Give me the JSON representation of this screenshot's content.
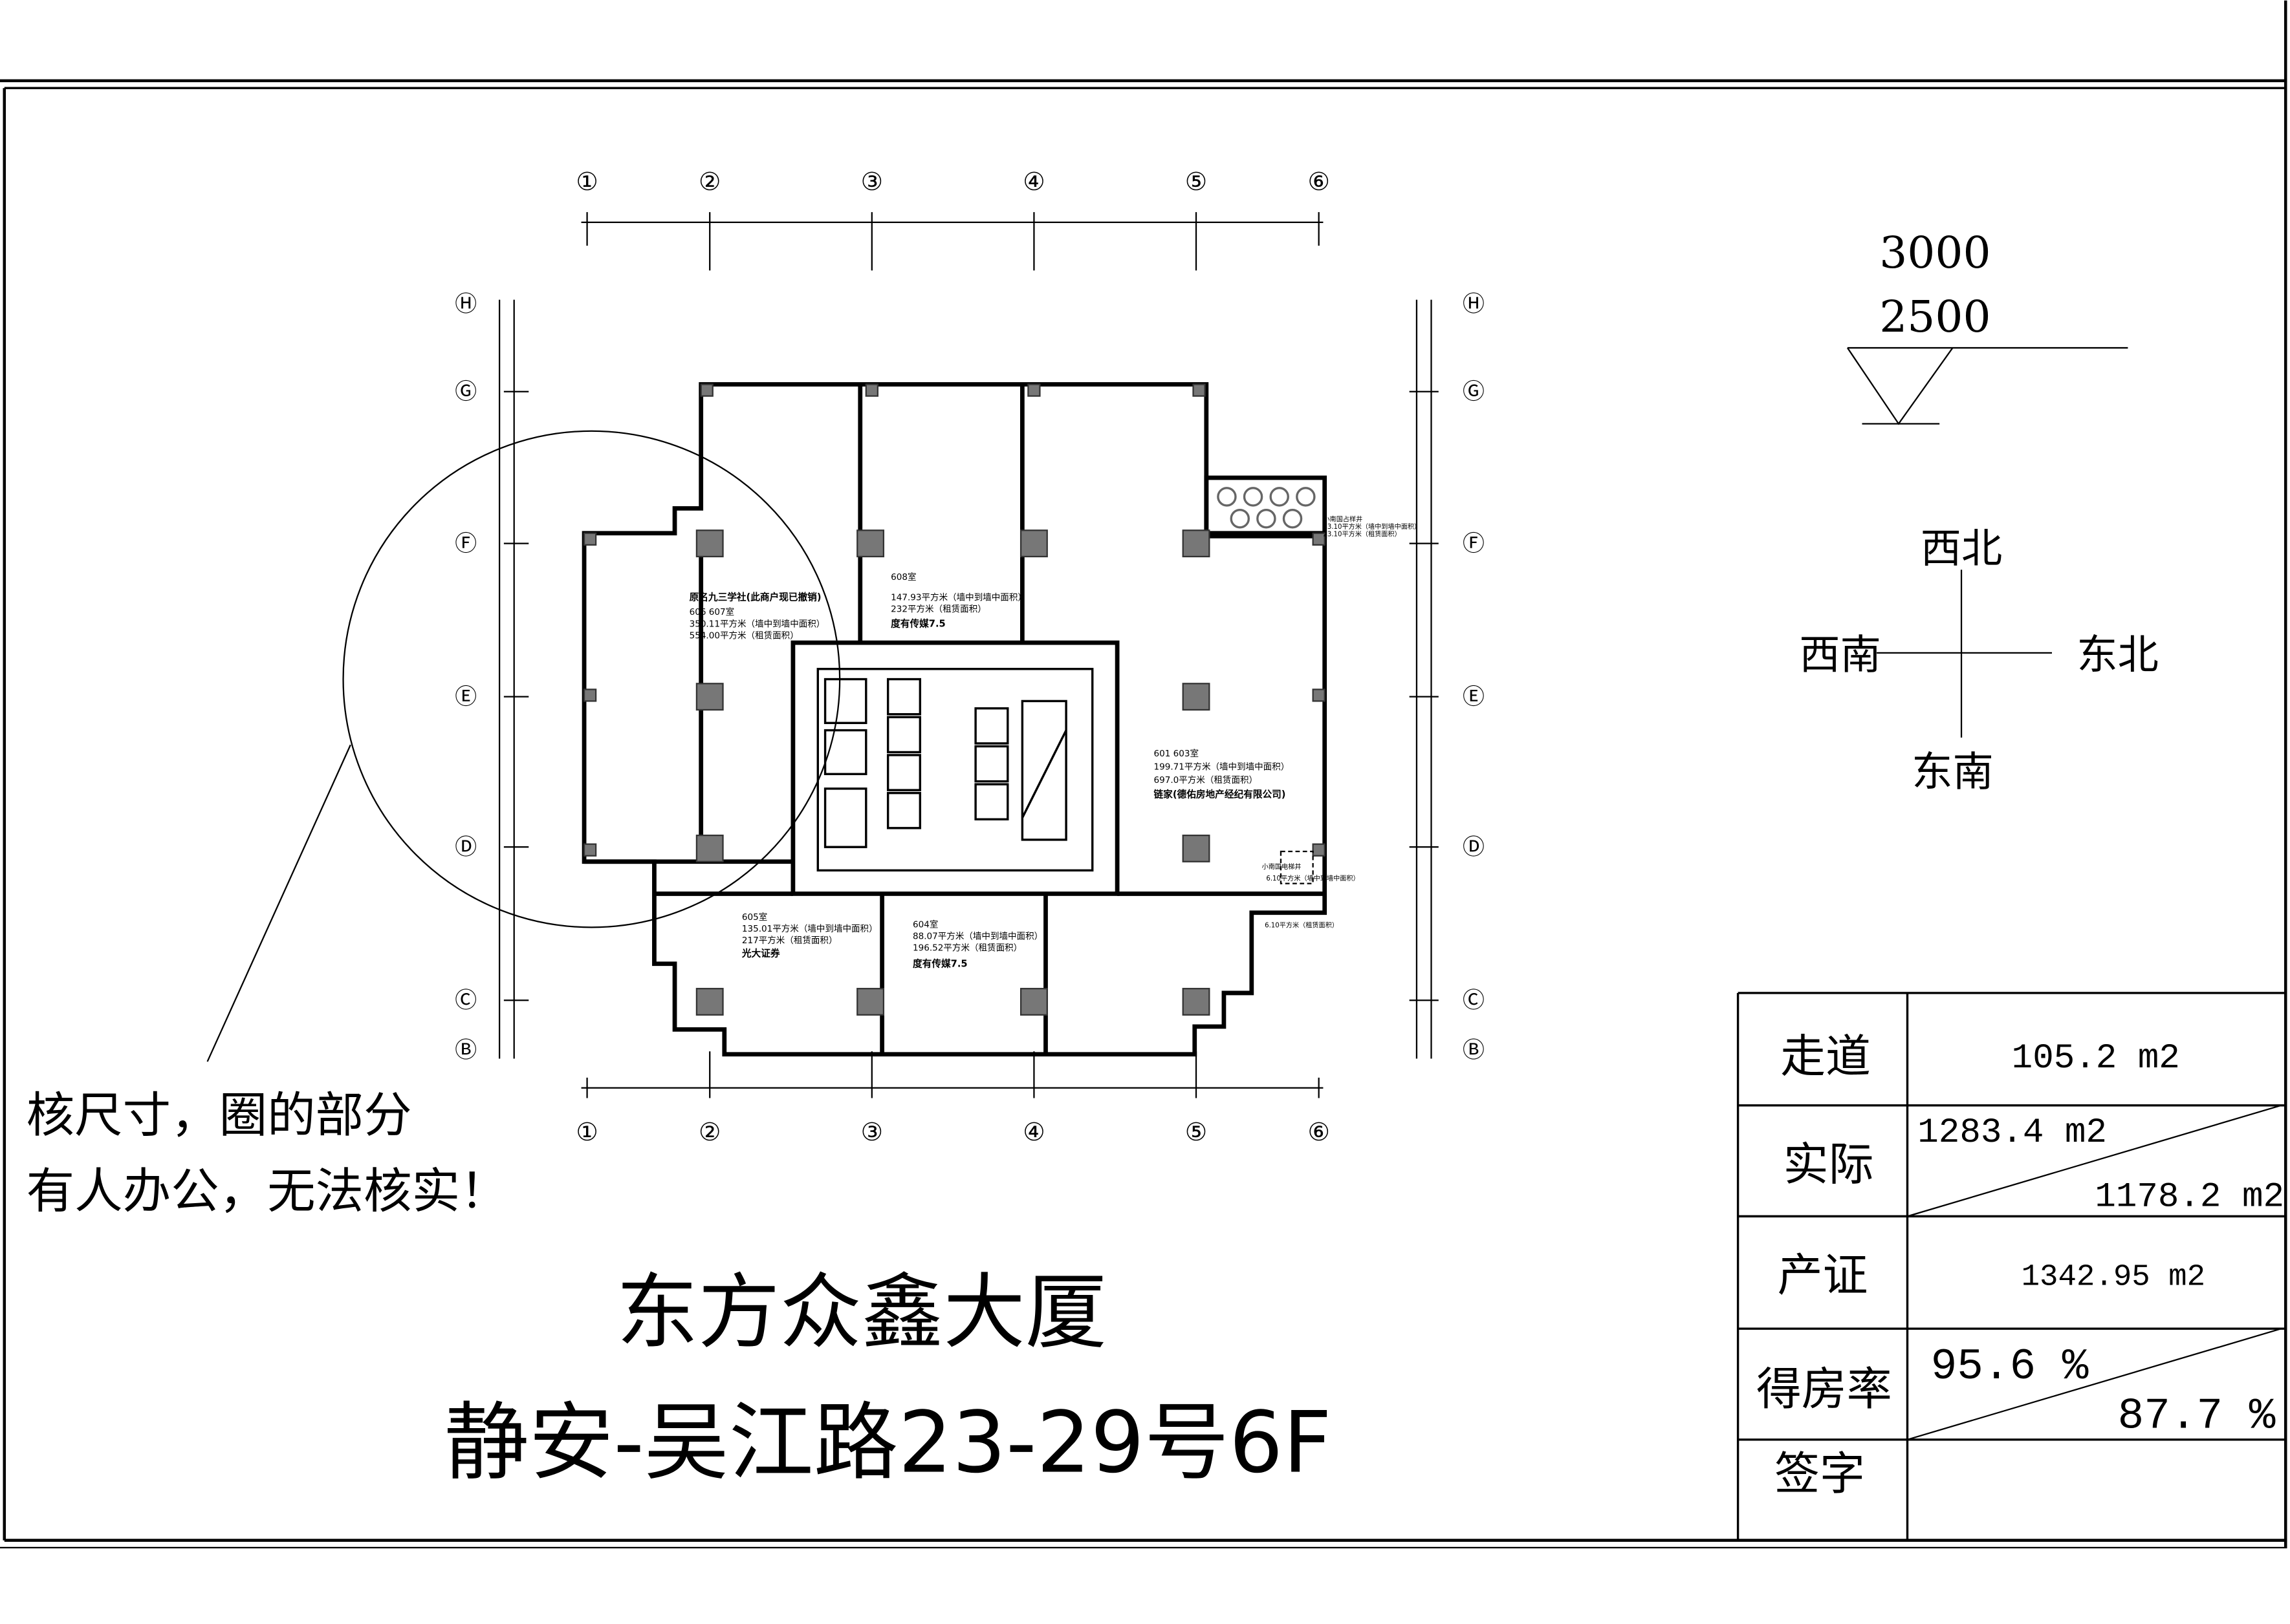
{
  "grid": {
    "columns": [
      "①",
      "②",
      "③",
      "④",
      "⑤",
      "⑥"
    ],
    "rows": [
      "Ⓗ",
      "Ⓖ",
      "Ⓕ",
      "Ⓔ",
      "Ⓓ",
      "Ⓒ",
      "Ⓑ"
    ]
  },
  "level_marker": {
    "upper": "3000",
    "lower": "2500"
  },
  "compass": {
    "nw": "西北",
    "sw": "西南",
    "ne": "东北",
    "se": "东南"
  },
  "note": {
    "line1": "核尺寸，圈的部分",
    "line2": "有人办公，无法核实！"
  },
  "title": {
    "building": "东方众鑫大厦",
    "address": "静安-吴江路23-29号6F"
  },
  "rooms": [
    {
      "name": "原名九三学社(此商户现已撤销)",
      "lines": [
        "606 607室",
        "350.11平方米（墙中到墙中面积）",
        "554.00平方米（租赁面积）"
      ]
    },
    {
      "name": "度有传媒7.5",
      "lines": [
        "608室",
        "147.93平方米（墙中到墙中面积）",
        "232平方米（租赁面积）"
      ]
    },
    {
      "name": "链家(德佑房地产经纪有限公司)",
      "lines": [
        "601 603室",
        "199.71平方米（墙中到墙中面积）",
        "697.0平方米（租赁面积）"
      ]
    },
    {
      "name": "光大证券",
      "lines": [
        "605室",
        "135.01平方米（墙中到墙中面积）",
        "217平方米（租赁面积）"
      ]
    },
    {
      "name": "度有传媒7.5",
      "lines": [
        "604室",
        "88.07平方米（墙中到墙中面积）",
        "196.52平方米（租赁面积）"
      ]
    },
    {
      "name": "小南国占样井",
      "lines": [
        "23.10平方米（墙中到墙中面积）",
        "23.10平方米（租赁面积）"
      ]
    },
    {
      "name": "小南国电梯井",
      "lines": [
        "6.10平方米（墙中到墙中面积）",
        "6.10平方米（租赁面积）"
      ]
    }
  ],
  "table": {
    "rows": [
      {
        "label": "走道",
        "value": "105.2 m2"
      },
      {
        "label": "实际",
        "value_top": "1283.4 m2",
        "value_bottom": "1178.2 m2"
      },
      {
        "label": "产证",
        "value": "1342.95 m2"
      },
      {
        "label": "得房率",
        "value_top": "95.6 %",
        "value_bottom": "87.7 %"
      },
      {
        "label": "签字",
        "value": ""
      }
    ]
  }
}
